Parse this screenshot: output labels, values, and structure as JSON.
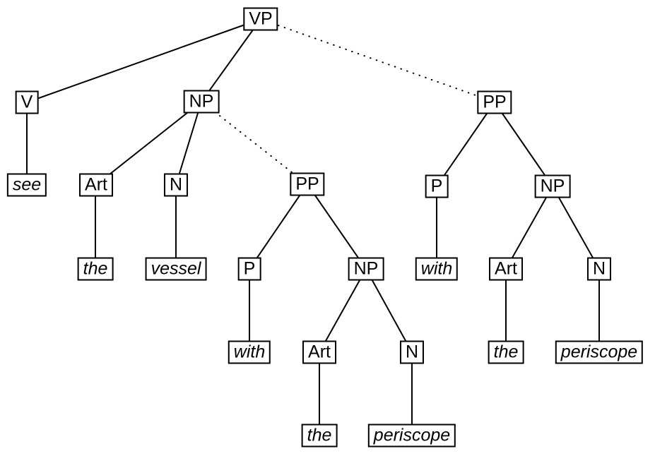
{
  "diagram": {
    "type": "tree",
    "nodes": {
      "vp": "VP",
      "v": "V",
      "np_obj": "NP",
      "pp_vp": "PP",
      "see": "see",
      "art1": "Art",
      "n1": "N",
      "pp_np": "PP",
      "the1": "the",
      "vessel": "vessel",
      "p1": "P",
      "np2": "NP",
      "p2": "P",
      "np3": "NP",
      "with1": "with",
      "art2": "Art",
      "n2": "N",
      "with2": "with",
      "art3": "Art",
      "n3": "N",
      "the2": "the",
      "periscope1": "periscope",
      "the3": "the",
      "periscope2": "periscope"
    },
    "edges": [
      {
        "from": "vp",
        "to": "v",
        "style": "solid"
      },
      {
        "from": "vp",
        "to": "np_obj",
        "style": "solid"
      },
      {
        "from": "vp",
        "to": "pp_vp",
        "style": "dotted"
      },
      {
        "from": "v",
        "to": "see",
        "style": "solid"
      },
      {
        "from": "np_obj",
        "to": "art1",
        "style": "solid"
      },
      {
        "from": "np_obj",
        "to": "n1",
        "style": "solid"
      },
      {
        "from": "np_obj",
        "to": "pp_np",
        "style": "dotted"
      },
      {
        "from": "art1",
        "to": "the1",
        "style": "solid"
      },
      {
        "from": "n1",
        "to": "vessel",
        "style": "solid"
      },
      {
        "from": "pp_np",
        "to": "p1",
        "style": "solid"
      },
      {
        "from": "pp_np",
        "to": "np2",
        "style": "solid"
      },
      {
        "from": "p1",
        "to": "with1",
        "style": "solid"
      },
      {
        "from": "np2",
        "to": "art2",
        "style": "solid"
      },
      {
        "from": "np2",
        "to": "n2",
        "style": "solid"
      },
      {
        "from": "art2",
        "to": "the2",
        "style": "solid"
      },
      {
        "from": "n2",
        "to": "periscope1",
        "style": "solid"
      },
      {
        "from": "pp_vp",
        "to": "p2",
        "style": "solid"
      },
      {
        "from": "pp_vp",
        "to": "np3",
        "style": "solid"
      },
      {
        "from": "p2",
        "to": "with2",
        "style": "solid"
      },
      {
        "from": "np3",
        "to": "art3",
        "style": "solid"
      },
      {
        "from": "np3",
        "to": "n3",
        "style": "solid"
      },
      {
        "from": "art3",
        "to": "the3",
        "style": "solid"
      },
      {
        "from": "n3",
        "to": "periscope2",
        "style": "solid"
      }
    ],
    "colors": {
      "line": "#000000",
      "box_border": "#000000",
      "background": "#ffffff",
      "text": "#000000"
    }
  }
}
